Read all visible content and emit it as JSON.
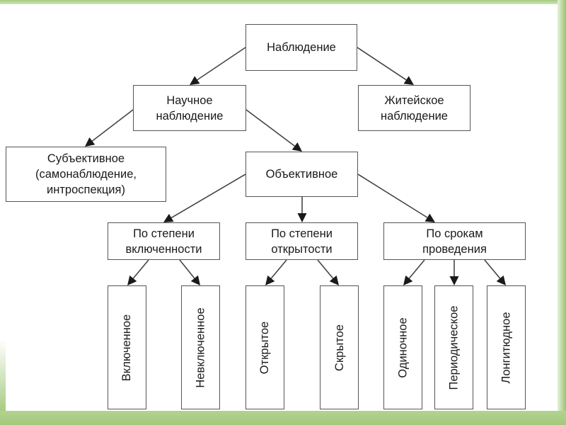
{
  "diagram": {
    "title": "Наблюдение",
    "nodes": {
      "root": "Наблюдение",
      "scientific": "Научное\nнаблюдение",
      "everyday": "Житейское\nнаблюдение",
      "subjective": "Субъективное\n(самонаблюдение,\nинтроспекция)",
      "objective": "Объективное",
      "by_inclusion": "По степени\nвключенности",
      "by_openness": "По степени\nоткрытости",
      "by_timing": "По срокам\nпроведения",
      "included": "Включенное",
      "not_included": "Невключенное",
      "open": "Открытое",
      "hidden": "Скрытое",
      "single": "Одиночное",
      "periodic": "Периодическое",
      "longitudinal": "Лонгитюдное"
    },
    "edges": [
      [
        "root",
        "scientific"
      ],
      [
        "root",
        "everyday"
      ],
      [
        "scientific",
        "subjective"
      ],
      [
        "scientific",
        "objective"
      ],
      [
        "objective",
        "by_inclusion"
      ],
      [
        "objective",
        "by_openness"
      ],
      [
        "objective",
        "by_timing"
      ],
      [
        "by_inclusion",
        "included"
      ],
      [
        "by_inclusion",
        "not_included"
      ],
      [
        "by_openness",
        "open"
      ],
      [
        "by_openness",
        "hidden"
      ],
      [
        "by_timing",
        "single"
      ],
      [
        "by_timing",
        "periodic"
      ],
      [
        "by_timing",
        "longitudinal"
      ]
    ]
  },
  "colors": {
    "frame_green": "#a8cc84",
    "line": "#444444",
    "arrowhead": "#1a1a1a",
    "box_border": "#555555",
    "text": "#1a1a1a"
  }
}
